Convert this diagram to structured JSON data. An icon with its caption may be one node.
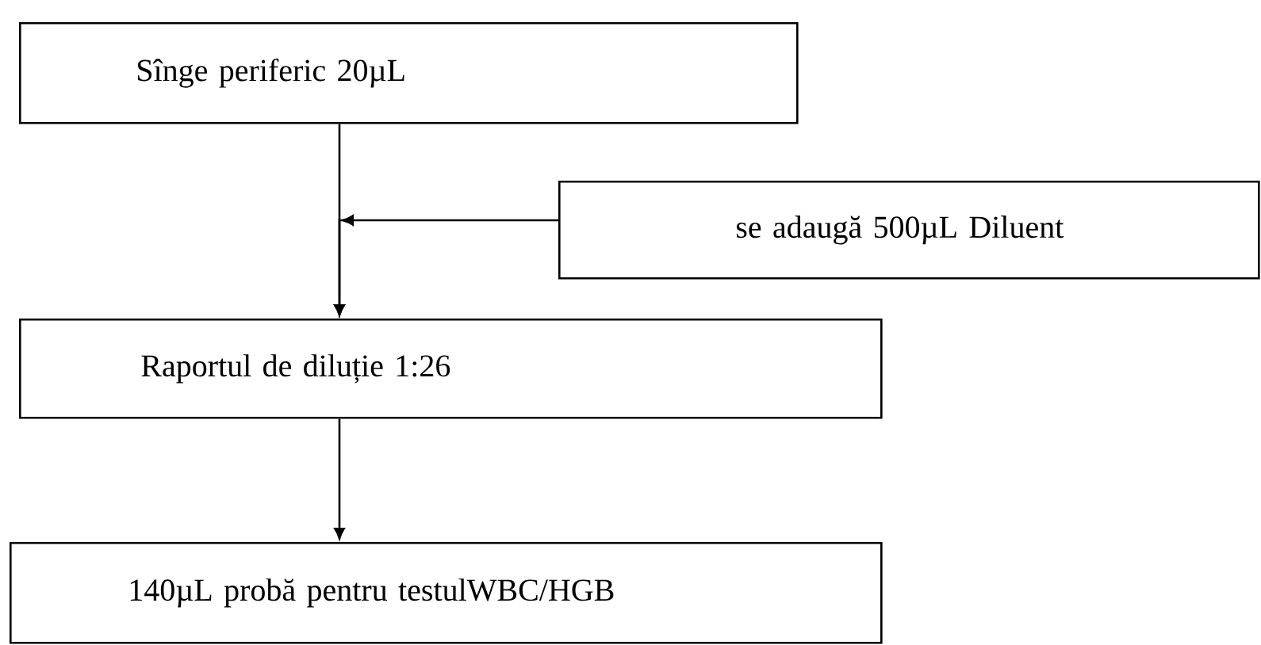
{
  "diagram": {
    "nodes": [
      {
        "text": [
          "Sînge periferic 20µL"
        ]
      },
      {
        "text": [
          "se adaugă 500µL Diluent"
        ]
      },
      {
        "text": [
          "Raportul de diluție  1:26"
        ]
      },
      {
        "text": [
          "140µL probă pentru testulWBC/HGB"
        ]
      }
    ],
    "edges": [
      {
        "from": 0,
        "to": 2,
        "arrow": "to"
      },
      {
        "from": 1,
        "to": 2,
        "arrow": "to"
      },
      {
        "from": 2,
        "to": 3,
        "arrow": "to"
      }
    ]
  }
}
